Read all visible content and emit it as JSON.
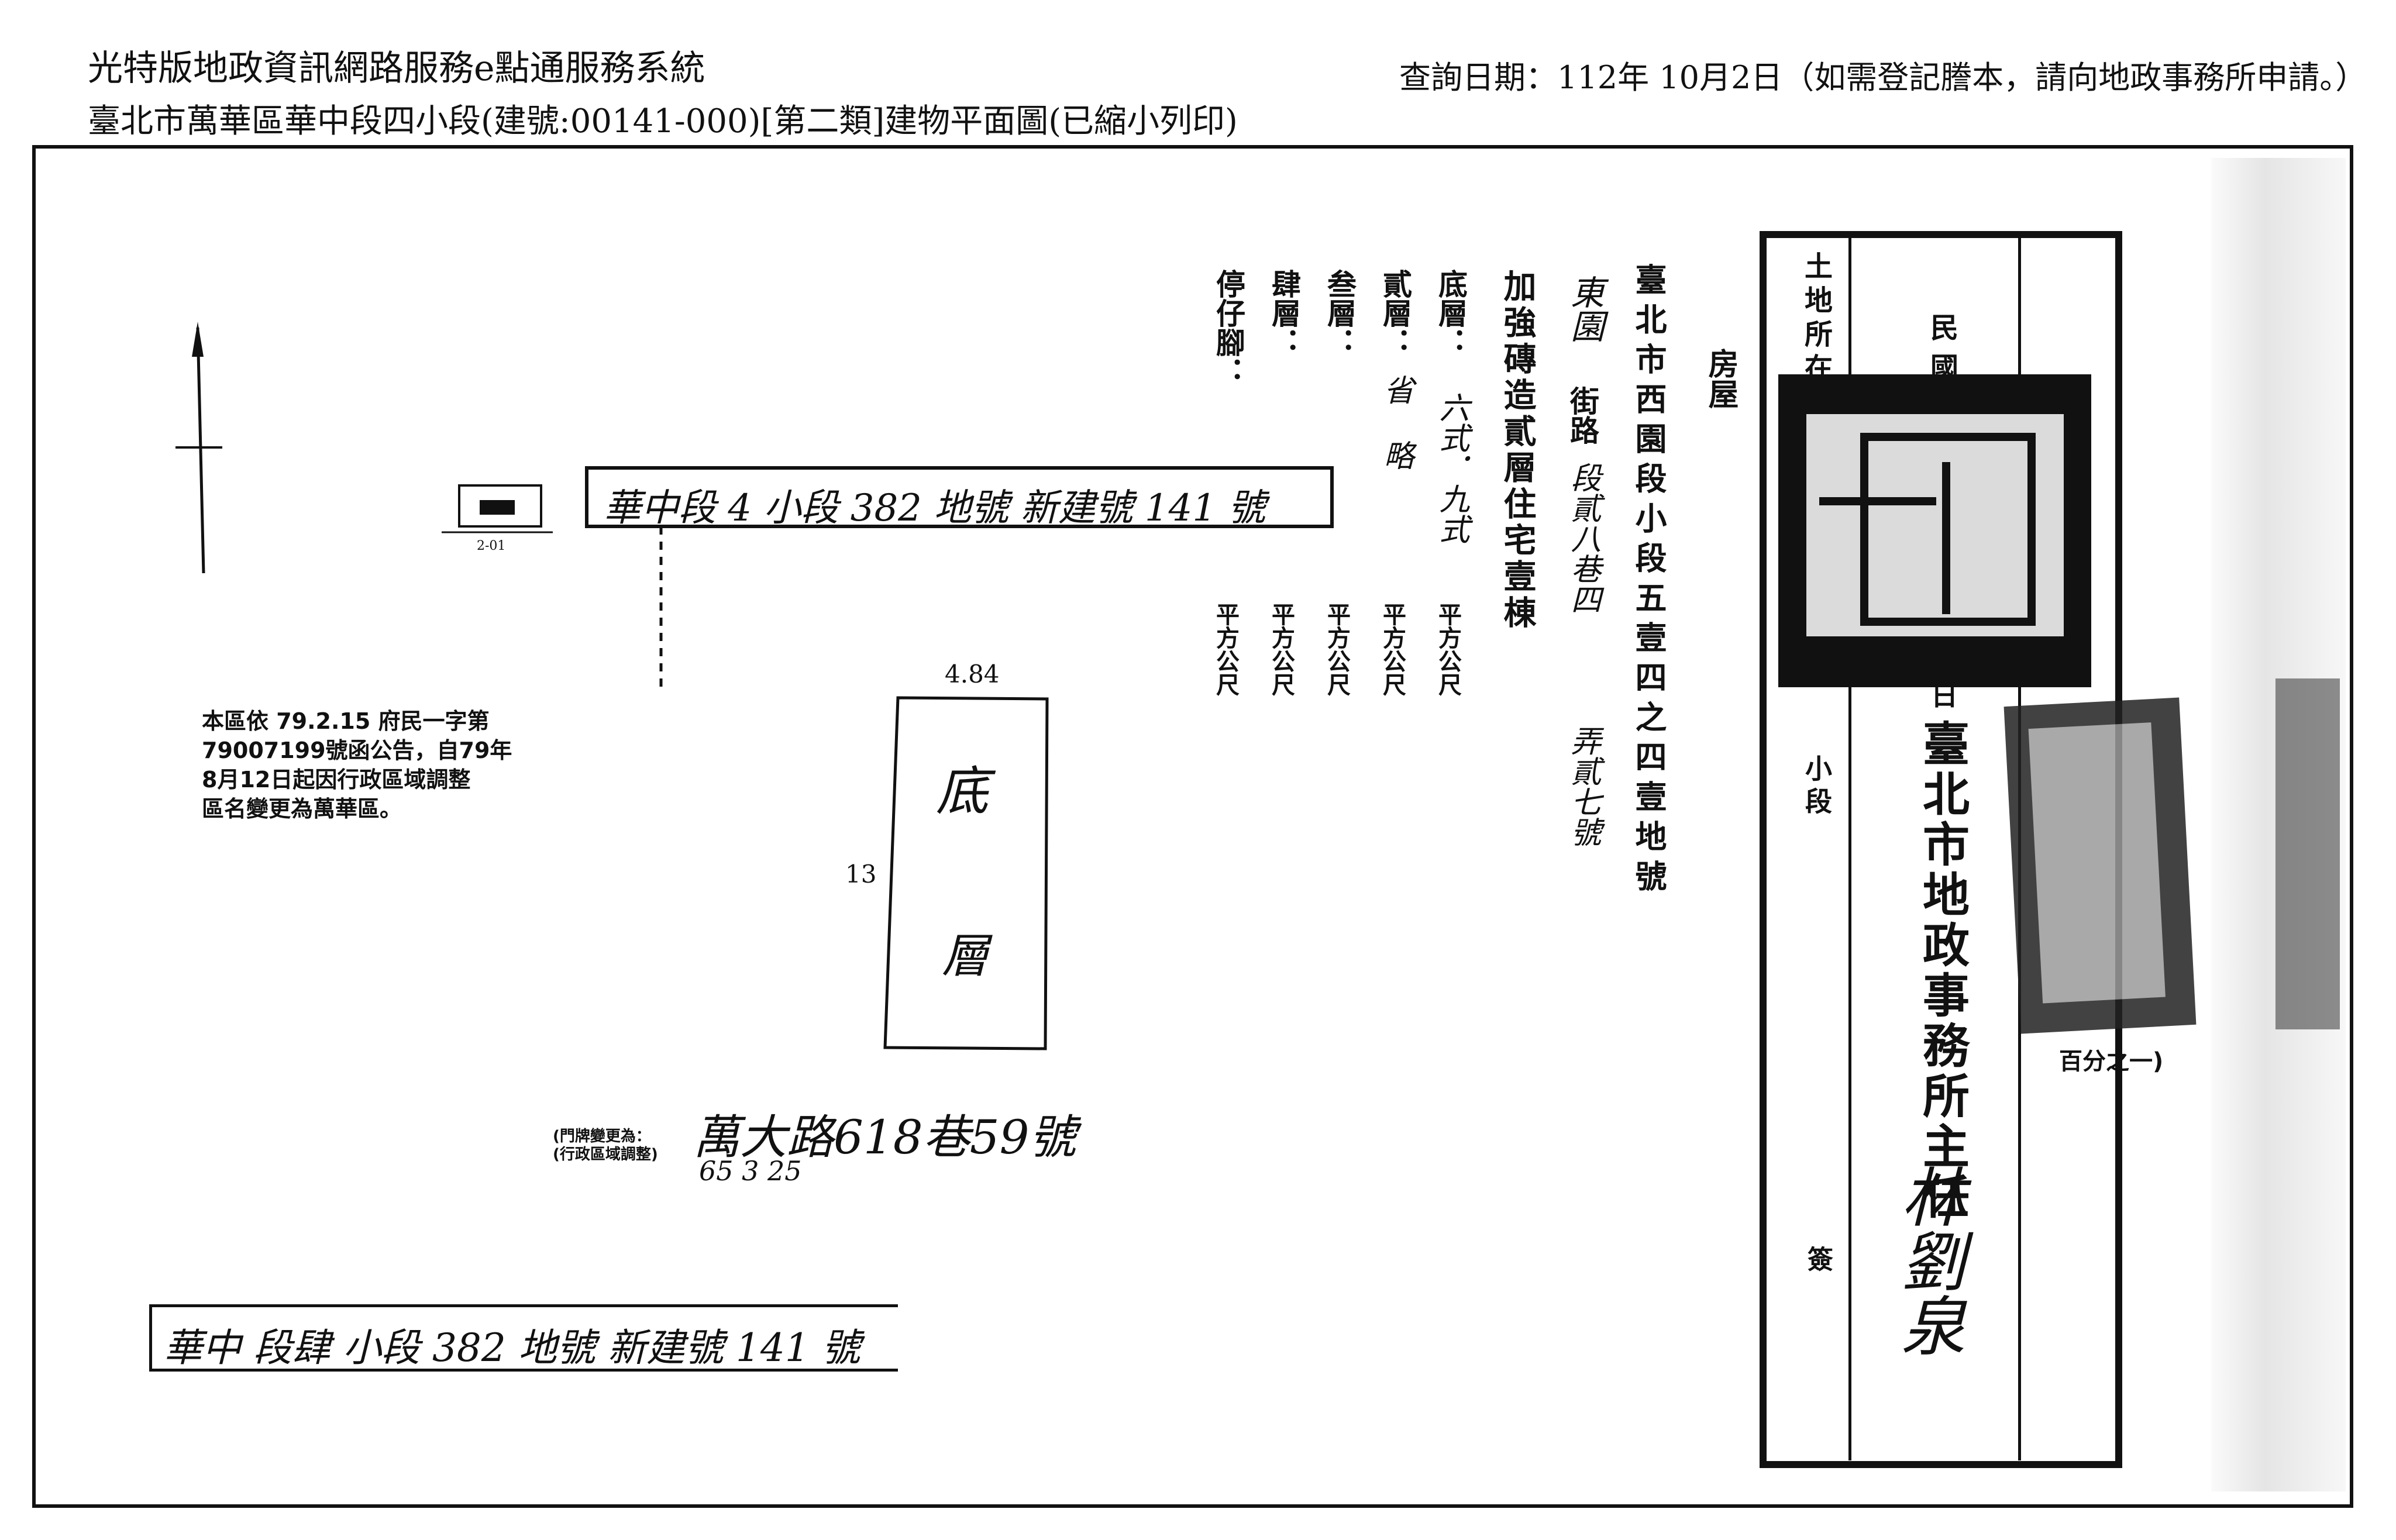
{
  "header": {
    "system_title": "光特版地政資訊網路服務e點通服務系統",
    "query_date": "查詢日期：112年 10月2日（如需登記謄本，請向地政事務所申請。）",
    "doc_subtitle": "臺北市萬華區華中段四小段(建號:00141-000)[第二類]建物平面圖(已縮小列印)"
  },
  "plan": {
    "top_label": "華中段 4 小段 382 地號 新建號 141 號",
    "bottom_label": "華中 段肆 小段 382 地號 新建號 141 號",
    "notice": [
      "本區依 79.2.15 府民一字第",
      "79007199號函公告，自79年",
      "8月12日起因行政區域調整",
      "區名變更為萬華區。"
    ],
    "room_width": "4.84",
    "room_height": "13",
    "room_char_1": "底",
    "room_char_2": "層",
    "address_stamp_label": "(門牌變更為：\n(行政區域調整)",
    "address_hand": "萬大路618巷59號",
    "address_date": "65 3 25"
  },
  "spec": {
    "col1": "臺北市西園段小段五壹四之四壹地號",
    "col2a": "東園",
    "col2b": "街路",
    "col2c": "段貳八巷四",
    "col2d": "弄貳七號",
    "col3": "加強磚造貳層住宅壹棟",
    "floors": [
      {
        "label": "底層：",
        "value": "六式．九式",
        "unit": "平方公尺"
      },
      {
        "label": "貳層：",
        "value": "省略",
        "unit": "平方公尺"
      },
      {
        "label": "叁層：",
        "value": "",
        "unit": "平方公尺"
      },
      {
        "label": "肆層：",
        "value": "",
        "unit": "平方公尺"
      },
      {
        "label": "停仔腳：",
        "value": "",
        "unit": "平方公尺"
      }
    ],
    "house_number_label": "房屋"
  },
  "certificate": {
    "land_location": "土地所在",
    "republic": "民國",
    "day": "日",
    "small_section": "小段",
    "stamp_text": "臺北市地政事務所主任",
    "percent": "百分之一)",
    "sign_label": "簽",
    "sign_name": "林劉泉"
  }
}
